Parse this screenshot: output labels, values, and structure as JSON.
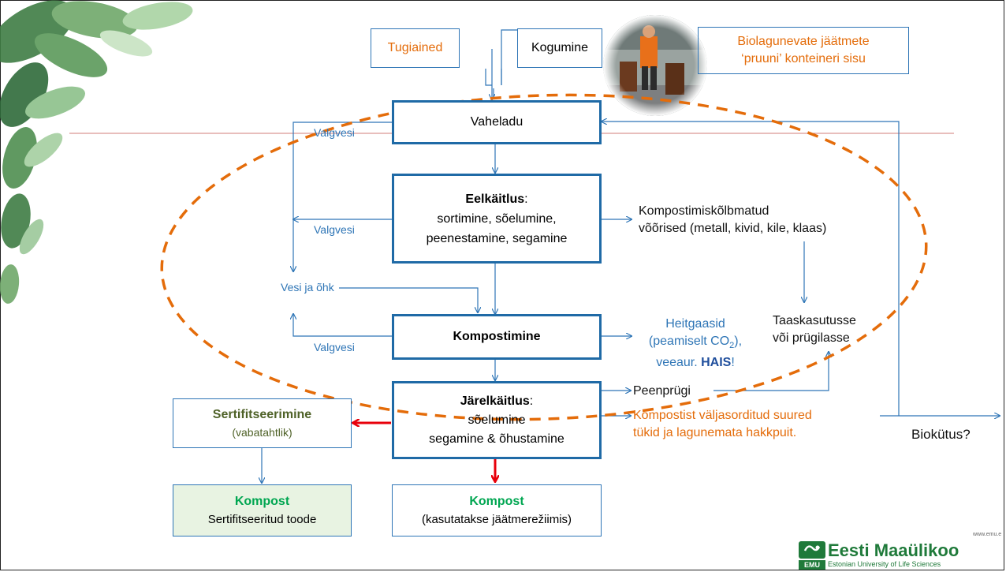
{
  "diagram": {
    "tugiained": "Tugiained",
    "kogumine": "Kogumine",
    "biolagunevate_line1": "Biolagunevate jäätmete",
    "biolagunevate_line2": "‘pruuni’ konteineri sisu",
    "vaheladu": "Vaheladu",
    "eelkaitlus_title": "Eelkäitlus",
    "eelkaitlus_colon": ":",
    "eelkaitlus_line1": "sortimine, sõelumine,",
    "eelkaitlus_line2": "peenestamine, segamine",
    "kompostimine": "Kompostimine",
    "jarelkaitlus_title": "Järelkäitlus",
    "jarelkaitlus_colon": ":",
    "jarelkaitlus_line1": "sõelumine",
    "jarelkaitlus_line2": "segamine & õhustamine",
    "valgvesi_1": "Valgvesi",
    "valgvesi_2": "Valgvesi",
    "valgvesi_3": "Valgvesi",
    "vesi_ja_ohk": "Vesi ja õhk",
    "voorised_line1": "Kompostimiskõlbmatud",
    "voorised_line2": "võõrised (metall, kivid, kile, klaas)",
    "heitgaasid_line1": "Heitgaasid",
    "heitgaasid_line2a": "(peamiselt CO",
    "heitgaasid_sub": "2",
    "heitgaasid_line2b": "),",
    "heitgaasid_line3a": "veeaur. ",
    "heitgaasid_hais": "HAIS",
    "heitgaasid_line3b": "!",
    "taaskasutusse_line1": "Taaskasutusse",
    "taaskasutusse_line2": "või prügilasse",
    "peenprugi": "Peenprügi",
    "suured_line1": "Kompostist väljasorditud suured",
    "suured_line2": "tükid ja lagunemata hakkpuit.",
    "biokutus": "Biokütus?",
    "sertifitseerimine": "Sertifitseerimine",
    "vabatahtlik": "(vabatahtlik)",
    "kompost_left_title": "Kompost",
    "kompost_left_sub": "Sertifitseeritud toode",
    "kompost_mid_title": "Kompost",
    "kompost_mid_sub": "(kasutatakse jäätmerežiimis)"
  },
  "logo": {
    "url": "www.emu.e",
    "name": "Eesti Maaülikoo",
    "emu": "EMU",
    "sub": "Estonian University of Life Sciences"
  },
  "colors": {
    "box_border": "#2e75b6",
    "orange": "#e46c0a",
    "green": "#00a651",
    "olive": "#4f6228",
    "red_arrow": "#e8000b"
  }
}
